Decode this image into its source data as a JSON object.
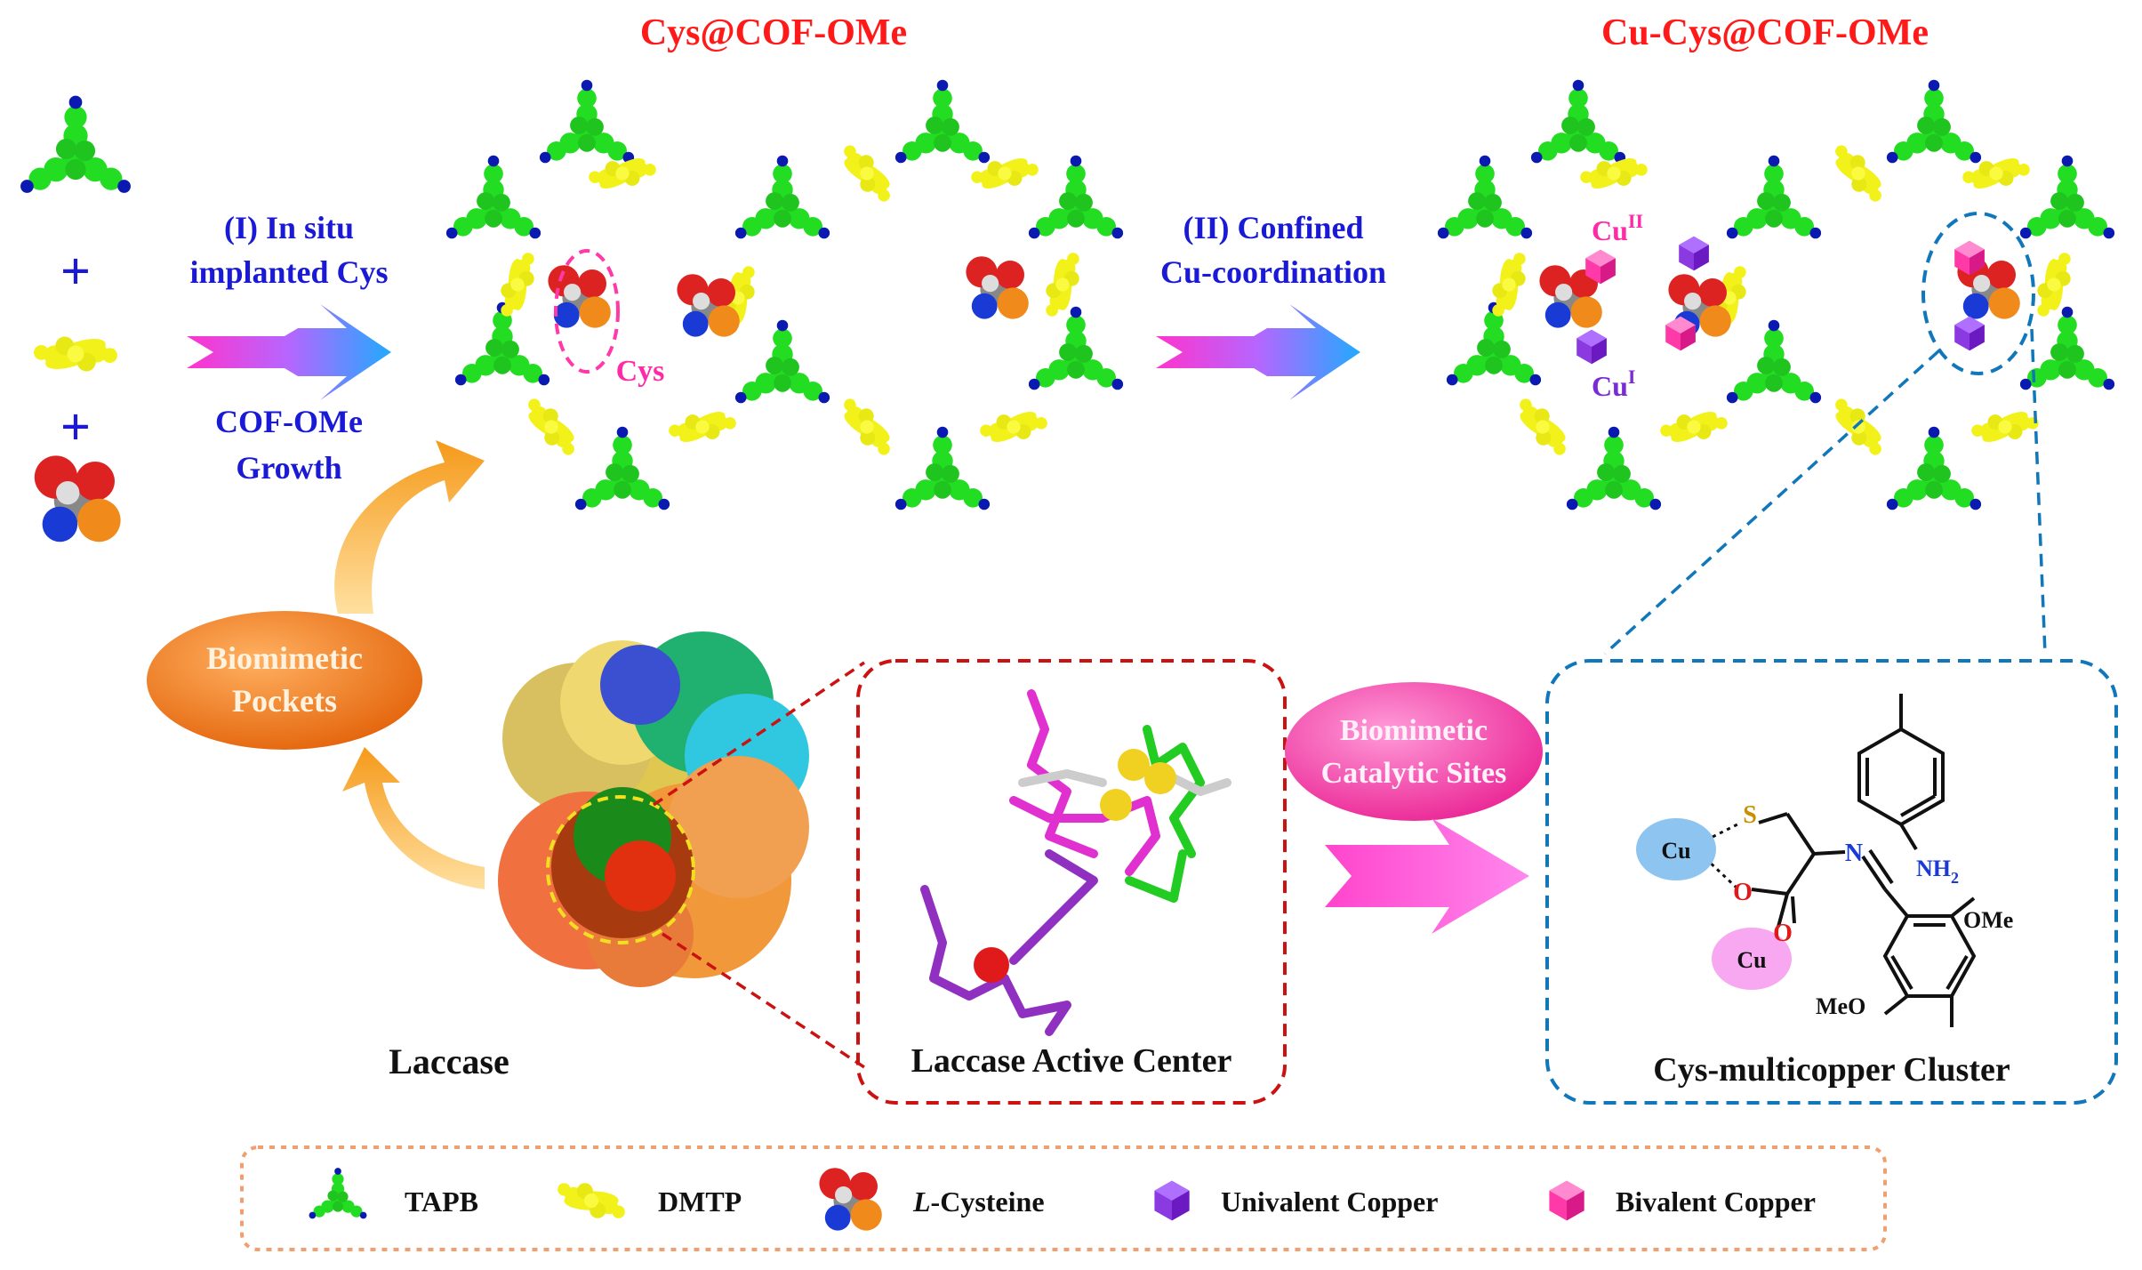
{
  "titles": {
    "cys_cof": "Cys@COF-OMe",
    "cu_cys_cof": "Cu-Cys@COF-OMe"
  },
  "step1": {
    "line1": "(I) In situ",
    "line2": "implanted Cys",
    "line3": "COF-OMe",
    "line4": "Growth"
  },
  "step2": {
    "line1": "(II) Confined",
    "line2": "Cu-coordination"
  },
  "labels": {
    "cys": "Cys",
    "cu_ii_base": "Cu",
    "cu_ii_sup": "II",
    "cu_i_base": "Cu",
    "cu_i_sup": "I",
    "plus": "+",
    "laccase": "Laccase",
    "laccase_active_center": "Laccase Active Center",
    "cluster": "Cys-multicopper Cluster"
  },
  "ovals": {
    "pockets_line1": "Biomimetic",
    "pockets_line2": "Pockets",
    "sites_line1": "Biomimetic",
    "sites_line2": "Catalytic Sites"
  },
  "structure": {
    "s": "S",
    "o1": "O",
    "o2": "O",
    "n": "N",
    "nh2": "NH",
    "nh2_sub": "2",
    "ome": "OMe",
    "meo": "MeO",
    "cu1": "Cu",
    "cu2": "Cu"
  },
  "legend": {
    "tapb": "TAPB",
    "dmtp": "DMTP",
    "l_prefix": "L",
    "cysteine": "-Cysteine",
    "univalent": "Univalent  Copper",
    "bivalent": "Bivalent Copper"
  },
  "colors": {
    "tapb_green": "#22dd22",
    "dmtp_yellow": "#f2f21a",
    "n_blue": "#0a1ab0",
    "title_red": "#ff1a1a",
    "arrow_start": "#ff33cc",
    "arrow_end": "#22aaff",
    "laccase_box": "#cc1111",
    "cluster_box": "#1177bb",
    "legend_box": "#f0a070",
    "pockets_oval": "#f07010",
    "sites_oval": "#ff3aa8"
  }
}
